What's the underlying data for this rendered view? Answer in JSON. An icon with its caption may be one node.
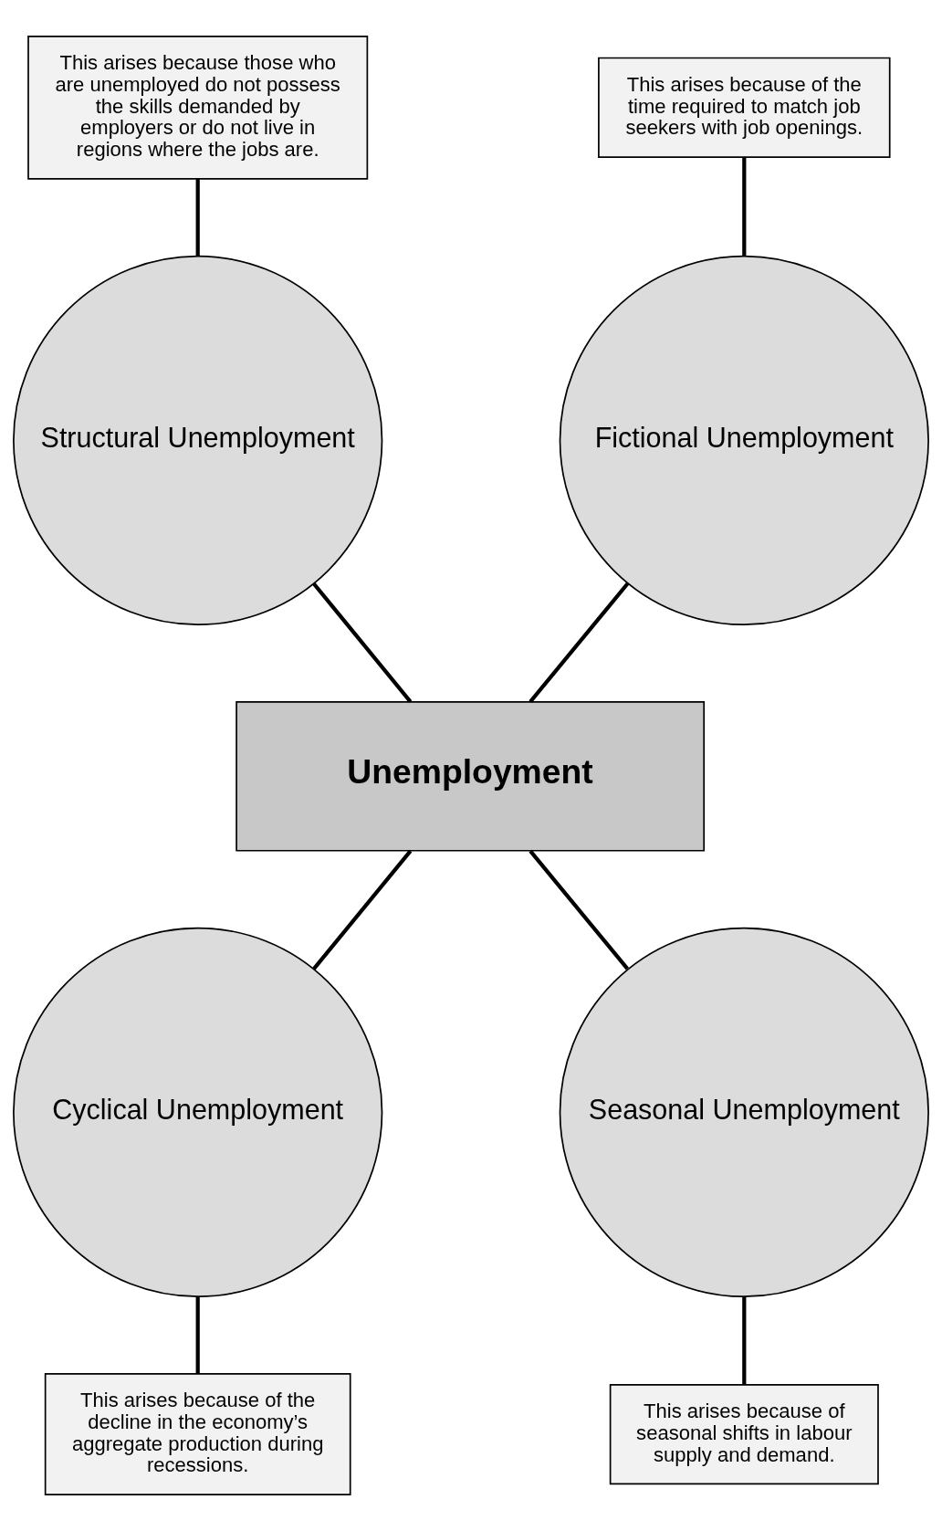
{
  "diagram": {
    "nodes": [
      {
        "text": [
          "This arises because those who are unemployed do not possess the skills demanded by employers or do not live in regions where the jobs are."
        ]
      },
      {
        "text": [
          "This arises because of the time required to match job seekers with job openings."
        ]
      },
      {
        "text": [
          "Structural Unemployment"
        ]
      },
      {
        "text": [
          "Fictional Unemployment"
        ]
      },
      {
        "text": [
          "Unemployment"
        ]
      },
      {
        "text": [
          "Cyclical Unemployment"
        ]
      },
      {
        "text": [
          "Seasonal Unemployment"
        ]
      },
      {
        "text": [
          "This arises because of the decline in the economy’s aggregate production during recessions."
        ]
      },
      {
        "text": [
          "This arises because of seasonal shifts in labour supply and demand."
        ]
      }
    ],
    "edges": [
      {
        "from": 0,
        "to": 2,
        "arrow": "none"
      },
      {
        "from": 1,
        "to": 3,
        "arrow": "none"
      },
      {
        "from": 2,
        "to": 4,
        "arrow": "none"
      },
      {
        "from": 3,
        "to": 4,
        "arrow": "none"
      },
      {
        "from": 4,
        "to": 5,
        "arrow": "none"
      },
      {
        "from": 4,
        "to": 6,
        "arrow": "none"
      },
      {
        "from": 5,
        "to": 7,
        "arrow": "none"
      },
      {
        "from": 6,
        "to": 8,
        "arrow": "none"
      }
    ]
  }
}
